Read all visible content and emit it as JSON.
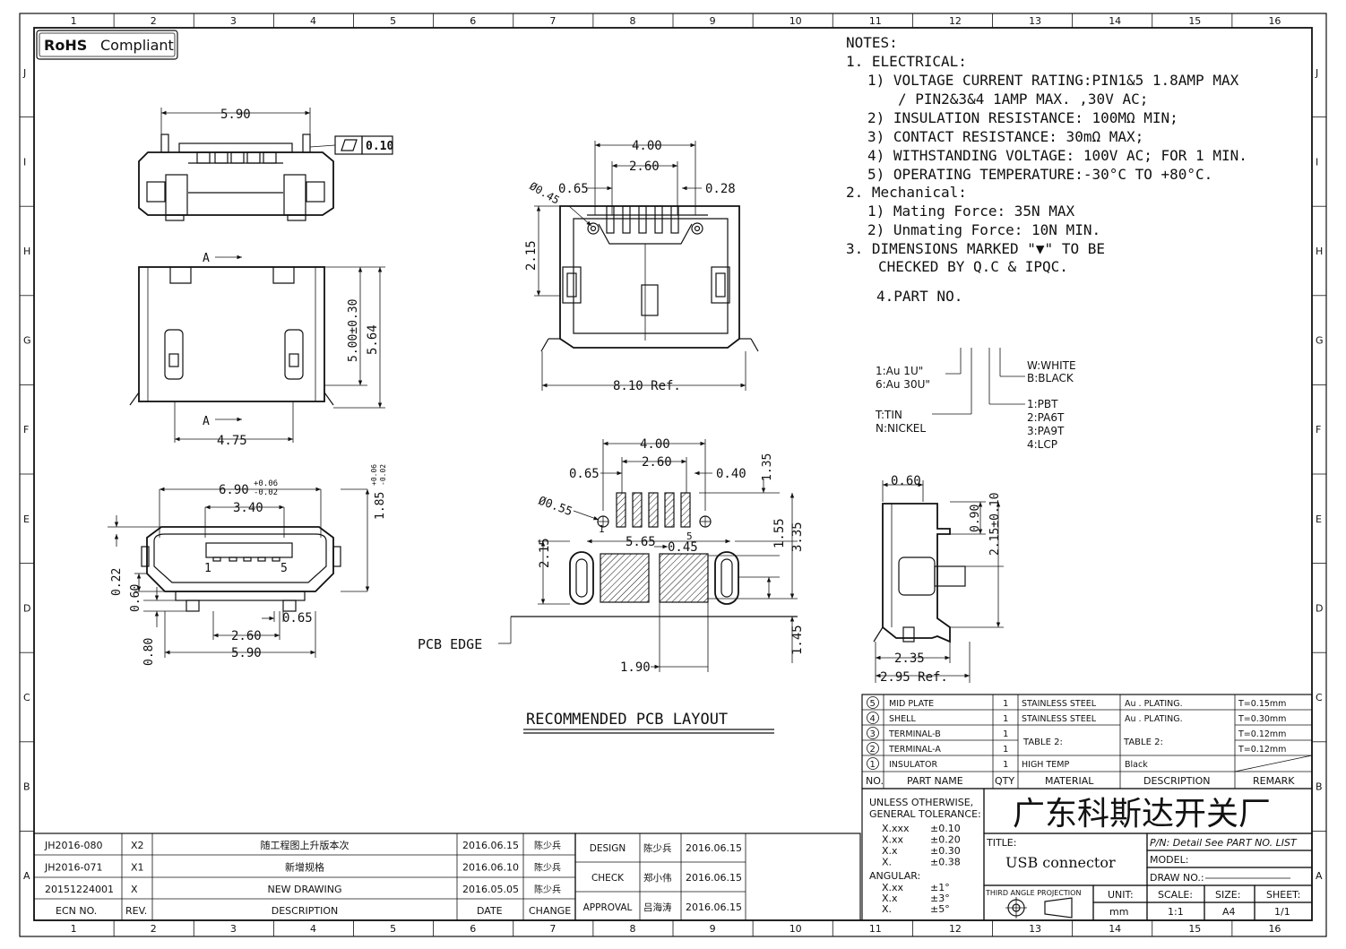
{
  "grid": {
    "cols": [
      "1",
      "2",
      "3",
      "4",
      "5",
      "6",
      "7",
      "8",
      "9",
      "10",
      "11",
      "12",
      "13",
      "14",
      "15",
      "16"
    ],
    "rows": [
      "J",
      "I",
      "H",
      "G",
      "F",
      "E",
      "D",
      "C",
      "B",
      "A"
    ]
  },
  "badge": {
    "rohs": "RoHS",
    "compliant": "Compliant"
  },
  "notes": {
    "heading": "NOTES:",
    "lines": [
      "1. ELECTRICAL:",
      "1) VOLTAGE CURRENT RATING:PIN1&5 1.8AMP MAX",
      "/ PIN2&3&4 1AMP MAX. ,30V AC;",
      "2) INSULATION RESISTANCE: 100MΩ MIN;",
      "3) CONTACT RESISTANCE: 30mΩ MAX;",
      "4) WITHSTANDING VOLTAGE: 100V AC; FOR 1 MIN.",
      "5) OPERATING TEMPERATURE:-30°C TO +80°C.",
      "2. Mechanical:",
      "1) Mating Force:  35N MAX",
      "2) Unmating Force:  10N MIN.",
      "3. DIMENSIONS MARKED \"▼\" TO BE",
      "CHECKED BY Q.C & IPQC.",
      "4.PART NO."
    ]
  },
  "partno": {
    "plating": [
      "1:Au 1U\"",
      "6:Au 30U\""
    ],
    "base": [
      "T:TIN",
      "N:NICKEL"
    ],
    "color": [
      "W:WHITE",
      "B:BLACK"
    ],
    "material": [
      "1:PBT",
      "2:PA6T",
      "3:PA9T",
      "4:LCP"
    ]
  },
  "dims": {
    "top_width": "5.90",
    "flatness": "0.10",
    "front_400": "4.00",
    "front_260": "2.60",
    "front_065": "0.65",
    "front_028": "0.28",
    "front_045": "Ø0.45",
    "front_215": "2.15",
    "front_810": "8.10 Ref.",
    "side_500": "5.00±0.30",
    "side_564": "5.64",
    "side_475": "4.75",
    "side_A": "A",
    "bot_690": "6.90",
    "bot_690_tol_up": "+0.06",
    "bot_690_tol_dn": "-0.02",
    "bot_340": "3.40",
    "bot_185": "1.85",
    "bot_185_tol_up": "+0.06",
    "bot_185_tol_dn": "-0.02",
    "bot_022": "0.22",
    "bot_060": "0.60",
    "bot_080": "0.80",
    "bot_065": "0.65",
    "bot_260": "2.60",
    "bot_590": "5.90",
    "bot_1": "1",
    "bot_5": "5",
    "pcb_400": "4.00",
    "pcb_260": "2.60",
    "pcb_065": "0.65",
    "pcb_040": "0.40",
    "pcb_135": "1.35",
    "pcb_055": "Ø0.55",
    "pcb_565": "5.65",
    "pcb_045": "0.45",
    "pcb_155": "1.55",
    "pcb_335": "3.35",
    "pcb_215": "2.15",
    "pcb_145": "1.45",
    "pcb_190": "1.90",
    "pcb_1": "1",
    "pcb_5": "5",
    "pcb_edge": "PCB EDGE",
    "rs_060": "0.60",
    "rs_090": "0.90",
    "rs_215": "2.15±0.10",
    "rs_235": "2.35",
    "rs_295": "2.95 Ref."
  },
  "pcb_title": "RECOMMENDED PCB LAYOUT",
  "bom": {
    "rows": [
      {
        "no": "5",
        "name": "MID PLATE",
        "qty": "1",
        "material": "STAINLESS STEEL",
        "desc": "Au . PLATING.",
        "remark": "T=0.15mm"
      },
      {
        "no": "4",
        "name": "SHELL",
        "qty": "1",
        "material": "STAINLESS STEEL",
        "desc": "Au . PLATING.",
        "remark": "T=0.30mm"
      },
      {
        "no": "3",
        "name": "TERMINAL-B",
        "qty": "1",
        "material": "",
        "desc": "",
        "remark": "T=0.12mm"
      },
      {
        "no": "2",
        "name": "TERMINAL-A",
        "qty": "1",
        "material": "",
        "desc": "",
        "remark": "T=0.12mm"
      },
      {
        "no": "1",
        "name": "INSULATOR",
        "qty": "1",
        "material": "HIGH TEMP",
        "desc": "Black",
        "remark": ""
      }
    ],
    "table2_mat": "TABLE 2:",
    "table2_desc": "TABLE 2:",
    "headers": {
      "no": "NO.",
      "name": "PART NAME",
      "qty": "QTY",
      "material": "MATERIAL",
      "desc": "DESCRIPTION",
      "remark": "REMARK"
    }
  },
  "tolerance": {
    "title1": "UNLESS OTHERWISE,",
    "title2": "GENERAL TOLERANCE:",
    "rows": [
      {
        "k": "X.xxx",
        "v": "±0.10"
      },
      {
        "k": "X.xx",
        "v": "±0.20"
      },
      {
        "k": "X.x",
        "v": "±0.30"
      },
      {
        "k": "X.",
        "v": "±0.38"
      }
    ],
    "angular": "ANGULAR:",
    "arows": [
      {
        "k": "X.xx",
        "v": "±1°"
      },
      {
        "k": "X.x",
        "v": "±3°"
      },
      {
        "k": "X.",
        "v": "±5°"
      }
    ]
  },
  "company": "广东科斯达开关厂",
  "titleblock": {
    "title_label": "TITLE:",
    "title": "USB connector",
    "pn": "P/N: Detail See PART NO. LIST",
    "model": "MODEL:",
    "drawno": "DRAW NO.:",
    "projection": "THIRD ANGLE PROJECTION",
    "unit_label": "UNIT:",
    "unit": "mm",
    "scale_label": "SCALE:",
    "scale": "1:1",
    "size_label": "SIZE:",
    "size": "A4",
    "sheet_label": "SHEET:",
    "sheet": "1/1"
  },
  "revisions": {
    "rows": [
      {
        "ecn": "JH2016-080",
        "rev": "X2",
        "desc": "随工程图上升版本次",
        "date": "2016.06.15",
        "change": "陈少兵"
      },
      {
        "ecn": "JH2016-071",
        "rev": "X1",
        "desc": "新增规格",
        "date": "2016.06.10",
        "change": "陈少兵"
      },
      {
        "ecn": "20151224001",
        "rev": "X",
        "desc": "NEW DRAWING",
        "date": "2016.05.05",
        "change": "陈少兵"
      }
    ],
    "headers": {
      "ecn": "ECN NO.",
      "rev": "REV.",
      "desc": "DESCRIPTION",
      "date": "DATE",
      "change": "CHANGE"
    }
  },
  "approvals": [
    {
      "role": "DESIGN",
      "name": "陈少兵",
      "date": "2016.06.15"
    },
    {
      "role": "CHECK",
      "name": "郑小伟",
      "date": "2016.06.15"
    },
    {
      "role": "APPROVAL",
      "name": "吕海涛",
      "date": "2016.06.15"
    }
  ]
}
